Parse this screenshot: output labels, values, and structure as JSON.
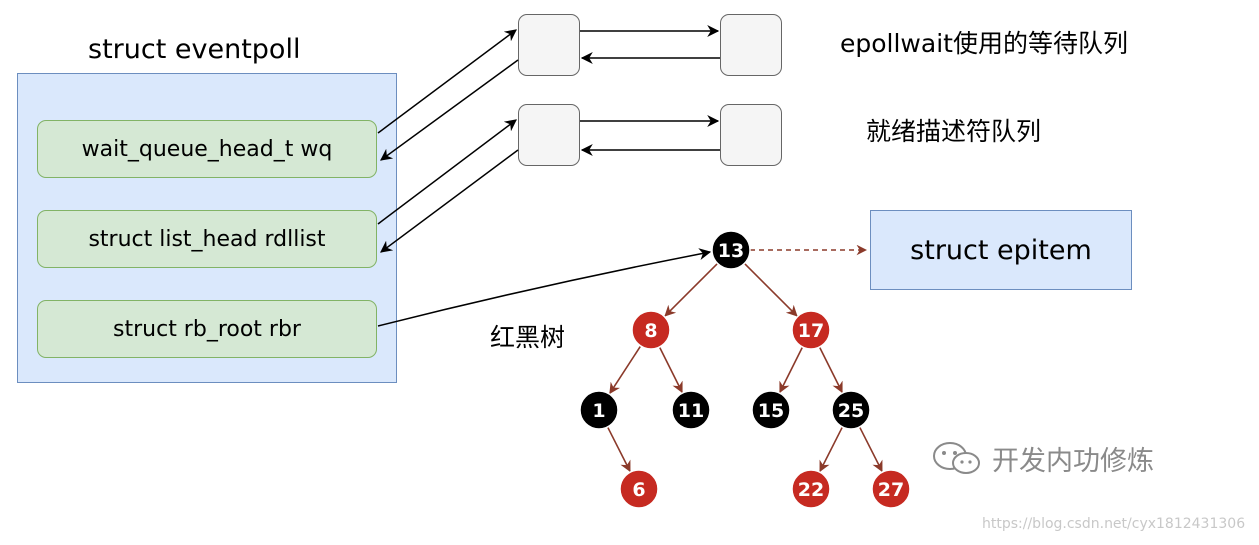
{
  "eventpoll": {
    "title": "struct eventpoll",
    "fields": [
      "wait_queue_head_t wq",
      "struct list_head rdllist",
      "struct rb_root rbr"
    ]
  },
  "queues": {
    "wait_label": "epollwait使用的等待队列",
    "ready_label": "就绪描述符队列"
  },
  "epitem_label": "struct epitem",
  "tree_label": "红黑树",
  "tree": {
    "nodes": [
      {
        "id": "n13",
        "label": "13",
        "color": "#000000"
      },
      {
        "id": "n8",
        "label": "8",
        "color": "#c62a21"
      },
      {
        "id": "n17",
        "label": "17",
        "color": "#c62a21"
      },
      {
        "id": "n1",
        "label": "1",
        "color": "#000000"
      },
      {
        "id": "n11",
        "label": "11",
        "color": "#000000"
      },
      {
        "id": "n15",
        "label": "15",
        "color": "#000000"
      },
      {
        "id": "n25",
        "label": "25",
        "color": "#000000"
      },
      {
        "id": "n6",
        "label": "6",
        "color": "#c62a21"
      },
      {
        "id": "n22",
        "label": "22",
        "color": "#c62a21"
      },
      {
        "id": "n27",
        "label": "27",
        "color": "#c62a21"
      }
    ],
    "edges": [
      [
        "n13",
        "n8"
      ],
      [
        "n13",
        "n17"
      ],
      [
        "n8",
        "n1"
      ],
      [
        "n8",
        "n11"
      ],
      [
        "n17",
        "n15"
      ],
      [
        "n17",
        "n25"
      ],
      [
        "n1",
        "n6"
      ],
      [
        "n25",
        "n22"
      ],
      [
        "n25",
        "n27"
      ]
    ],
    "edge_color": "#8b3a2a"
  },
  "watermark": {
    "text": "开发内功修炼",
    "url": "https://blog.csdn.net/cyx1812431306"
  }
}
